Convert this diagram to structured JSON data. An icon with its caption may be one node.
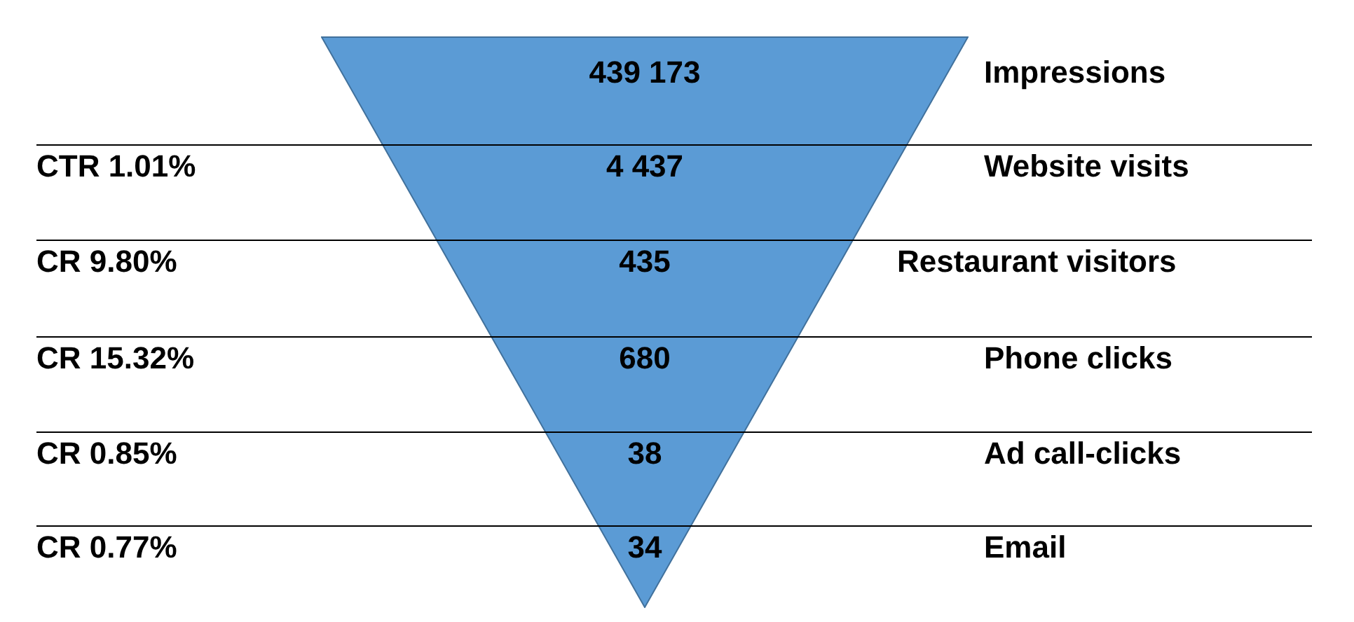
{
  "diagram": {
    "nodes": [
      {
        "text": [
          "439 173",
          "4 437",
          "435",
          "680",
          "38",
          "34"
        ]
      }
    ],
    "edges": [],
    "labels": [
      "Impressions",
      "CTR 1.01%",
      "Website visits",
      "CR 9.80%",
      "Restaurant visitors",
      "CR 15.32%",
      "Phone clicks",
      "CR 0.85%",
      "Ad call-clicks",
      "CR 0.77%",
      "Email"
    ]
  }
}
